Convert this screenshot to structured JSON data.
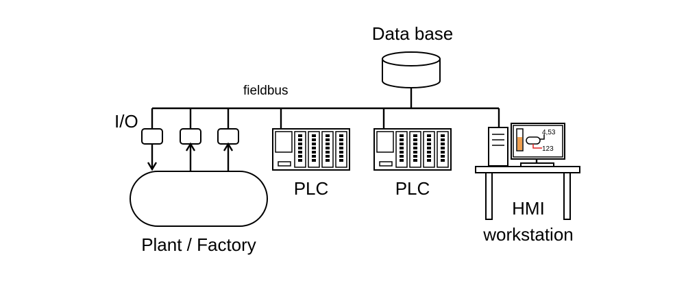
{
  "labels": {
    "database": "Data base",
    "fieldbus": "fieldbus",
    "io": "I/O",
    "plc1": "PLC",
    "plc2": "PLC",
    "plant": "Plant / Factory",
    "hmi_line1": "HMI",
    "hmi_line2": "workstation"
  },
  "screen": {
    "value1": "4,53",
    "value2": "123"
  },
  "colors": {
    "line": "#000000",
    "tank_fill": "#f0a050",
    "screen_value2": "#e02020"
  }
}
